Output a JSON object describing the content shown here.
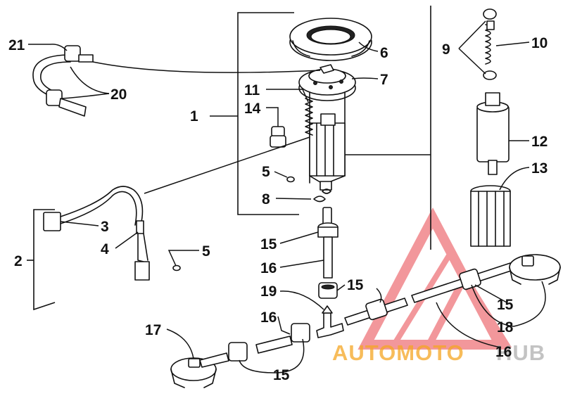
{
  "labels": {
    "p1": "1",
    "p2": "2",
    "p3": "3",
    "p4": "4",
    "p5a": "5",
    "p5b": "5",
    "p6": "6",
    "p7": "7",
    "p8": "8",
    "p9": "9",
    "p10": "10",
    "p11": "11",
    "p12": "12",
    "p13": "13",
    "p14": "14",
    "p15a": "15",
    "p15b": "15",
    "p15c": "15",
    "p15d": "15",
    "p16a": "16",
    "p16b": "16",
    "p16c": "16",
    "p17": "17",
    "p18": "18",
    "p19": "19",
    "p20": "20",
    "p21": "21"
  },
  "watermark": {
    "text_left": "AUTOMOTO",
    "text_right": "HUB",
    "color_orange": "#f5a623",
    "color_red": "#e8434a"
  }
}
